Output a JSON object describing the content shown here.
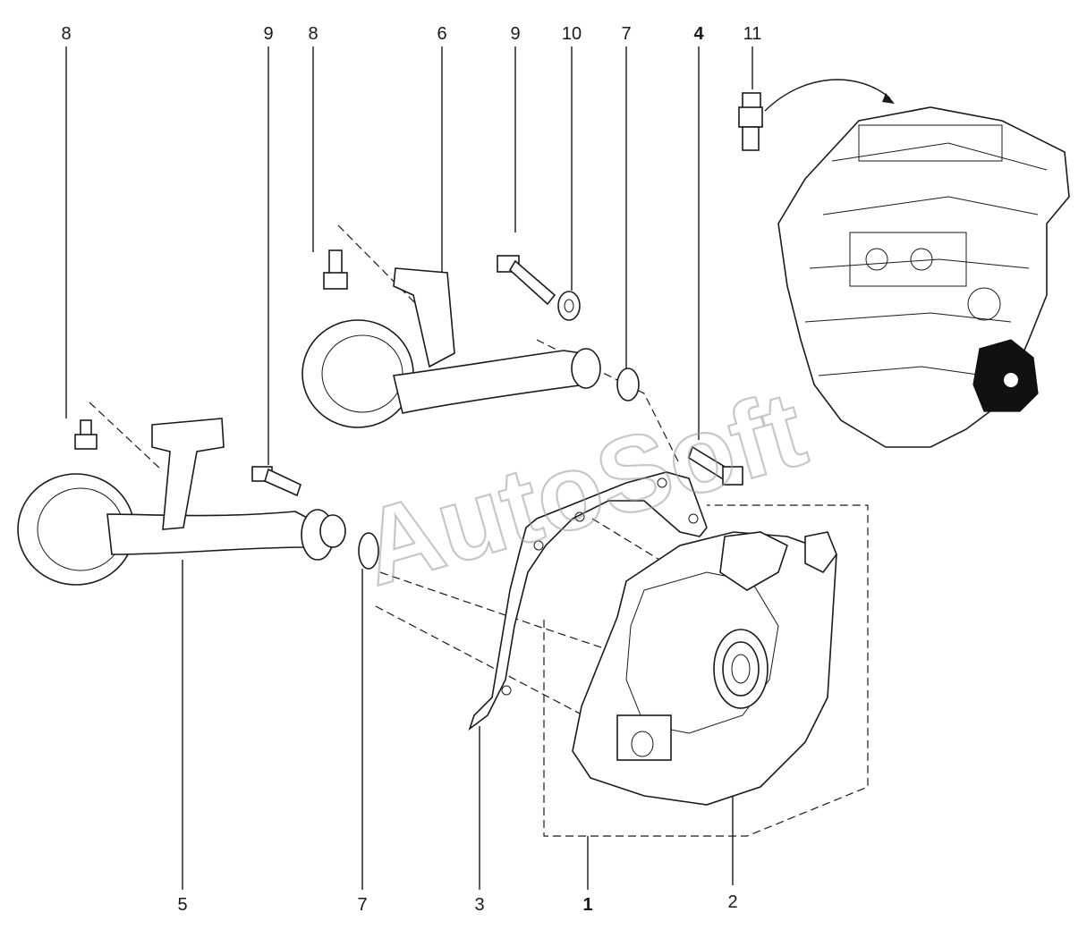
{
  "callouts": [
    {
      "id": "c8a",
      "label": "8"
    },
    {
      "id": "c9a",
      "label": "9"
    },
    {
      "id": "c8b",
      "label": "8"
    },
    {
      "id": "c6",
      "label": "6"
    },
    {
      "id": "c9b",
      "label": "9"
    },
    {
      "id": "c10",
      "label": "10"
    },
    {
      "id": "c7a",
      "label": "7"
    },
    {
      "id": "c4",
      "label": "4"
    },
    {
      "id": "c11",
      "label": "11"
    },
    {
      "id": "c5",
      "label": "5"
    },
    {
      "id": "c7b",
      "label": "7"
    },
    {
      "id": "c3",
      "label": "3"
    },
    {
      "id": "c1",
      "label": "1"
    },
    {
      "id": "c2",
      "label": "2"
    }
  ],
  "watermark": "AutoSoft"
}
